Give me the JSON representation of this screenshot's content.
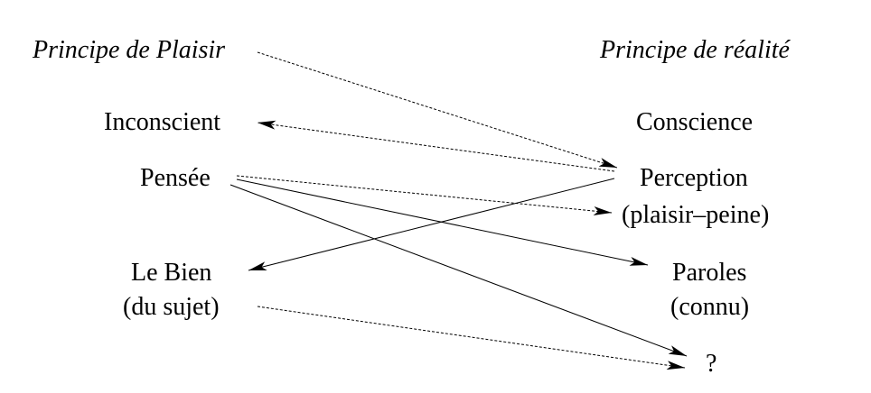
{
  "headings": {
    "left": "Principe de Plaisir",
    "right": "Principe de réalité"
  },
  "nodes": {
    "inconscient": "Inconscient",
    "pensee": "Pensée",
    "le_bien_1": "Le Bien",
    "le_bien_2": "(du sujet)",
    "conscience": "Conscience",
    "perception_1": "Perception",
    "perception_2": "(plaisir–peine)",
    "paroles_1": "Paroles",
    "paroles_2": "(connu)",
    "question": "?"
  },
  "colors": {
    "ink": "#000000",
    "background": "#ffffff"
  }
}
